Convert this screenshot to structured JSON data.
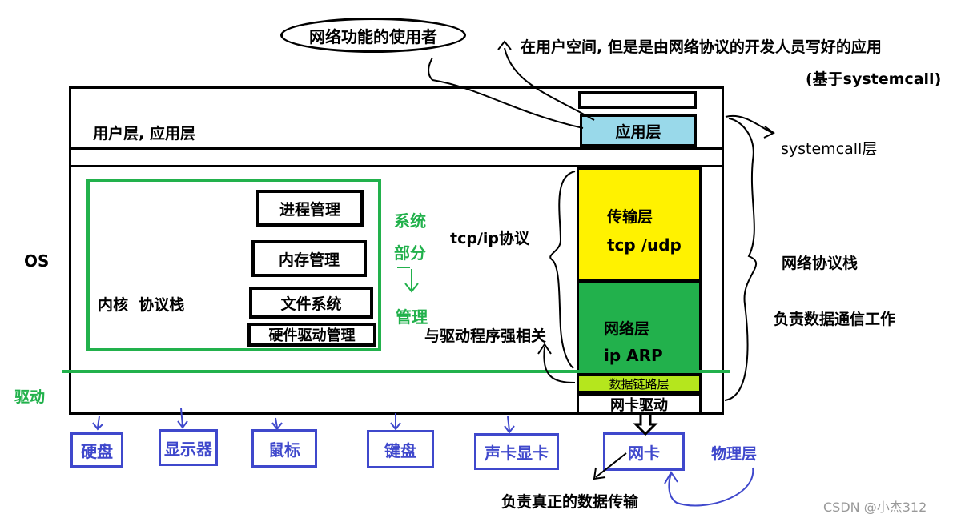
{
  "top": {
    "ellipse_label": "网络功能的使用者",
    "note_line1": "在用户空间, 但是是由网络协议的开发人员写好的应用",
    "note_line2": "(基于systemcall)"
  },
  "os_box": {
    "user_layer_label": "用户层, 应用层",
    "app_layer_label": "应用层",
    "os_label": "OS",
    "systemcall_label": "systemcall层",
    "driver_label": "驱动"
  },
  "kernel": {
    "label": "内核  协议栈",
    "items": [
      "进程管理",
      "内存管理",
      "文件系统",
      "硬件驱动管理"
    ],
    "side_note": [
      "系统",
      "部分",
      "管理"
    ]
  },
  "stack": {
    "tcpip_label": "tcp/ip协议",
    "driver_relation": "与驱动程序强相关",
    "transport": {
      "name": "传输层",
      "protocols": "tcp /udp"
    },
    "network": {
      "name": "网络层",
      "protocols": "ip ARP"
    },
    "datalink": "数据链路层",
    "nic_driver": "网卡驱动",
    "right_label": "网络协议栈",
    "right_desc": "负责数据通信工作"
  },
  "hardware": {
    "items": [
      "硬盘",
      "显示器",
      "鼠标",
      "键盘",
      "声卡显卡",
      "网卡"
    ],
    "physical_label": "物理层",
    "nic_desc": "负责真正的数据传输"
  },
  "watermark": "CSDN @小杰312",
  "colors": {
    "app_layer": "#99d9ea",
    "transport": "#fff200",
    "network": "#22b14c",
    "datalink": "#b5e61d",
    "kernel_border": "#22b14c",
    "hardware": "#3f48cc"
  }
}
